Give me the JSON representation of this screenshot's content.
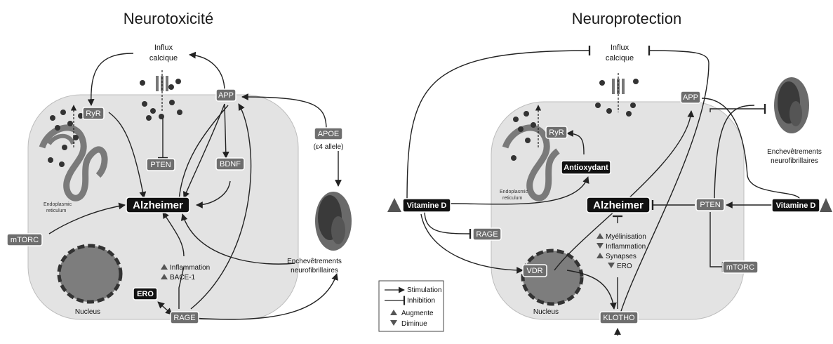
{
  "left": {
    "title": "Neurotoxicité",
    "influx": [
      "Influx",
      "calcique"
    ],
    "app": "APP",
    "ryr": "RyR",
    "pten": "PTEN",
    "bdnf": "BDNF",
    "apoe": [
      "APOE",
      "(ε4 allele)"
    ],
    "alzheimer": "Alzheimer",
    "mtorc": "mTORC",
    "er": [
      "Endoplasmic",
      "reticulum"
    ],
    "effects": [
      "Inflammation",
      "BACE-1"
    ],
    "ero": "ERO",
    "rage": "RAGE",
    "nucleus": "Nucleus",
    "tangles": [
      "Enchevêtrements",
      "neurofibrillaires"
    ]
  },
  "right": {
    "title": "Neuroprotection",
    "influx": [
      "Influx",
      "calcique"
    ],
    "app": "APP",
    "ryr": "RyR",
    "antioxydant": "Antioxydant",
    "vitd_left": "Vitamine D",
    "vitd_right": "Vitamine D",
    "alzheimer": "Alzheimer",
    "pten": "PTEN",
    "rage": "RAGE",
    "vdr": "VDR",
    "mtorc": "mTORC",
    "klotho": "KLOTHO",
    "nucleus": "Nucleus",
    "er": [
      "Endoplasmic",
      "reticulum"
    ],
    "tangles": [
      "Enchevêtrements",
      "neurofibrillaires"
    ],
    "effects": [
      {
        "dir": "up",
        "text": "Myélinisation"
      },
      {
        "dir": "down",
        "text": "Inflammation"
      },
      {
        "dir": "up",
        "text": "Synapses"
      },
      {
        "dir": "down",
        "text": "ERO"
      }
    ]
  },
  "legend": {
    "stimulation": "Stimulation",
    "inhibition": "Inhibition",
    "augmente": "Augmente",
    "diminue": "Diminue"
  },
  "colors": {
    "cell_fill": "#e3e3e3",
    "node_grey": "#6e6e6e",
    "node_black": "#111111",
    "tangle_dark": "#3a3a3a",
    "tangle_mid": "#6a6a6a"
  }
}
